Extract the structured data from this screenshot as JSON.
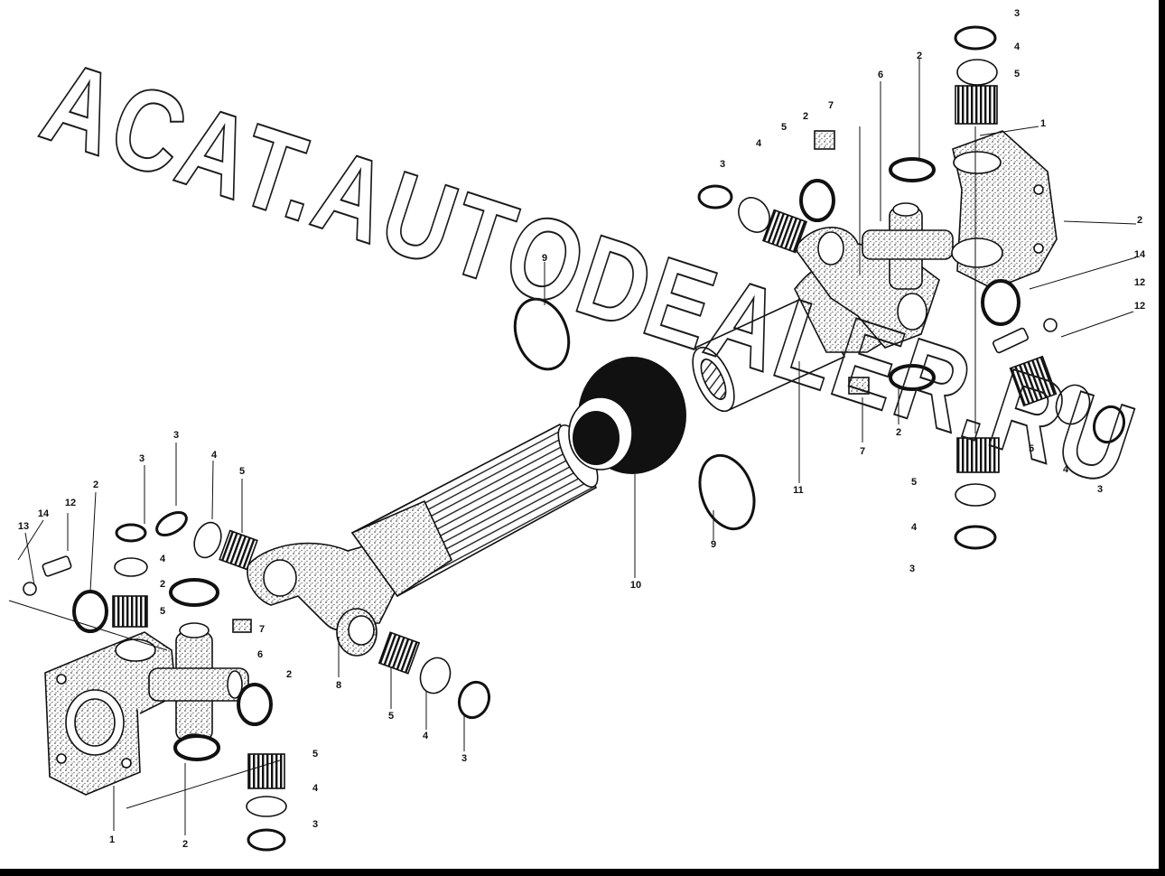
{
  "watermark": "ACAT.AUTODEALER.RU",
  "colors": {
    "ink": "#111111",
    "stipple": "#6f6f6f",
    "background": "#ffffff",
    "frame": "#000000"
  },
  "labels": {
    "l13": "13",
    "l14_left": "14",
    "l12_left": "12",
    "l2_a": "2",
    "l3_a": "3",
    "l3_b": "3",
    "l4_a": "4",
    "l5_a": "5",
    "l4_b": "4",
    "l5_b": "5",
    "l2_b": "2",
    "l7_left": "7",
    "l6_left": "6",
    "l2_c": "2",
    "l8": "8",
    "l5_c": "5",
    "l4_c": "4",
    "l3_c": "3",
    "l1_left": "1",
    "l2_d": "2",
    "l5_d": "5",
    "l4_d": "4",
    "l3_d": "3",
    "l9_top": "9",
    "l9_bottom": "9",
    "l10": "10",
    "l11": "11",
    "l3_e": "3",
    "l4_e": "4",
    "l5_e": "5",
    "l2_e": "2",
    "l7_top": "7",
    "l2_f": "2",
    "l6_right": "6",
    "l3_top": "3",
    "l4_top": "4",
    "l5_top": "5",
    "l1_right": "1",
    "l2_g": "2",
    "l14_right": "14",
    "l12_r1": "12",
    "l12_r2": "12",
    "l7_mid": "7",
    "l2_h": "2",
    "l5_e2": "5",
    "l4_e2": "4",
    "l3_e2": "3",
    "l5_f": "5",
    "l4_f": "4",
    "l3_f": "3"
  }
}
